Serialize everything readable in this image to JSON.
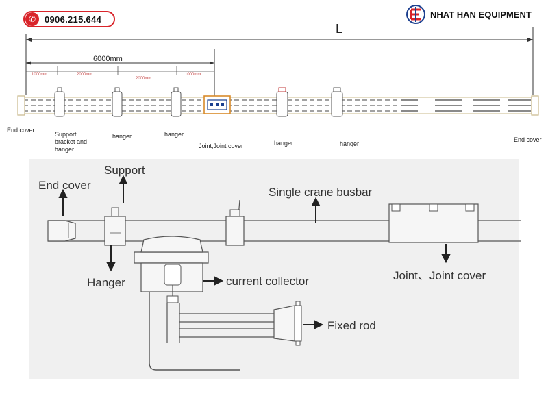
{
  "header": {
    "phone": "0906.215.644",
    "phone_icon": "phone-icon",
    "brand_name": "NHAT HAN EQUIPMENT",
    "brand_colors": {
      "red": "#d9242a",
      "blue": "#1b3f8f"
    }
  },
  "top_diagram": {
    "total_length_label": "L",
    "segment_length_label": "6000mm",
    "small_dims": [
      "1000mm",
      "2000mm",
      "2000mm",
      "1000mm"
    ],
    "labels": {
      "end_cover_left": "End cover",
      "support_line1": "Support",
      "support_line2": "bracket and",
      "support_line3": "hanger",
      "hanger_1": "hanger",
      "hanger_2": "hanger",
      "joint": "Joint,Joint cover",
      "hanger_3": "hanger",
      "hanger_4": "hanqer",
      "end_cover_right": "End cover"
    }
  },
  "bottom_diagram": {
    "labels": {
      "end_cover": "End cover",
      "support": "Support",
      "single_busbar": "Single crane busbar",
      "hanger": "Hanger",
      "current_collector": "current collector",
      "joint": "Joint、Joint cover",
      "fixed_rod": "Fixed rod"
    }
  }
}
